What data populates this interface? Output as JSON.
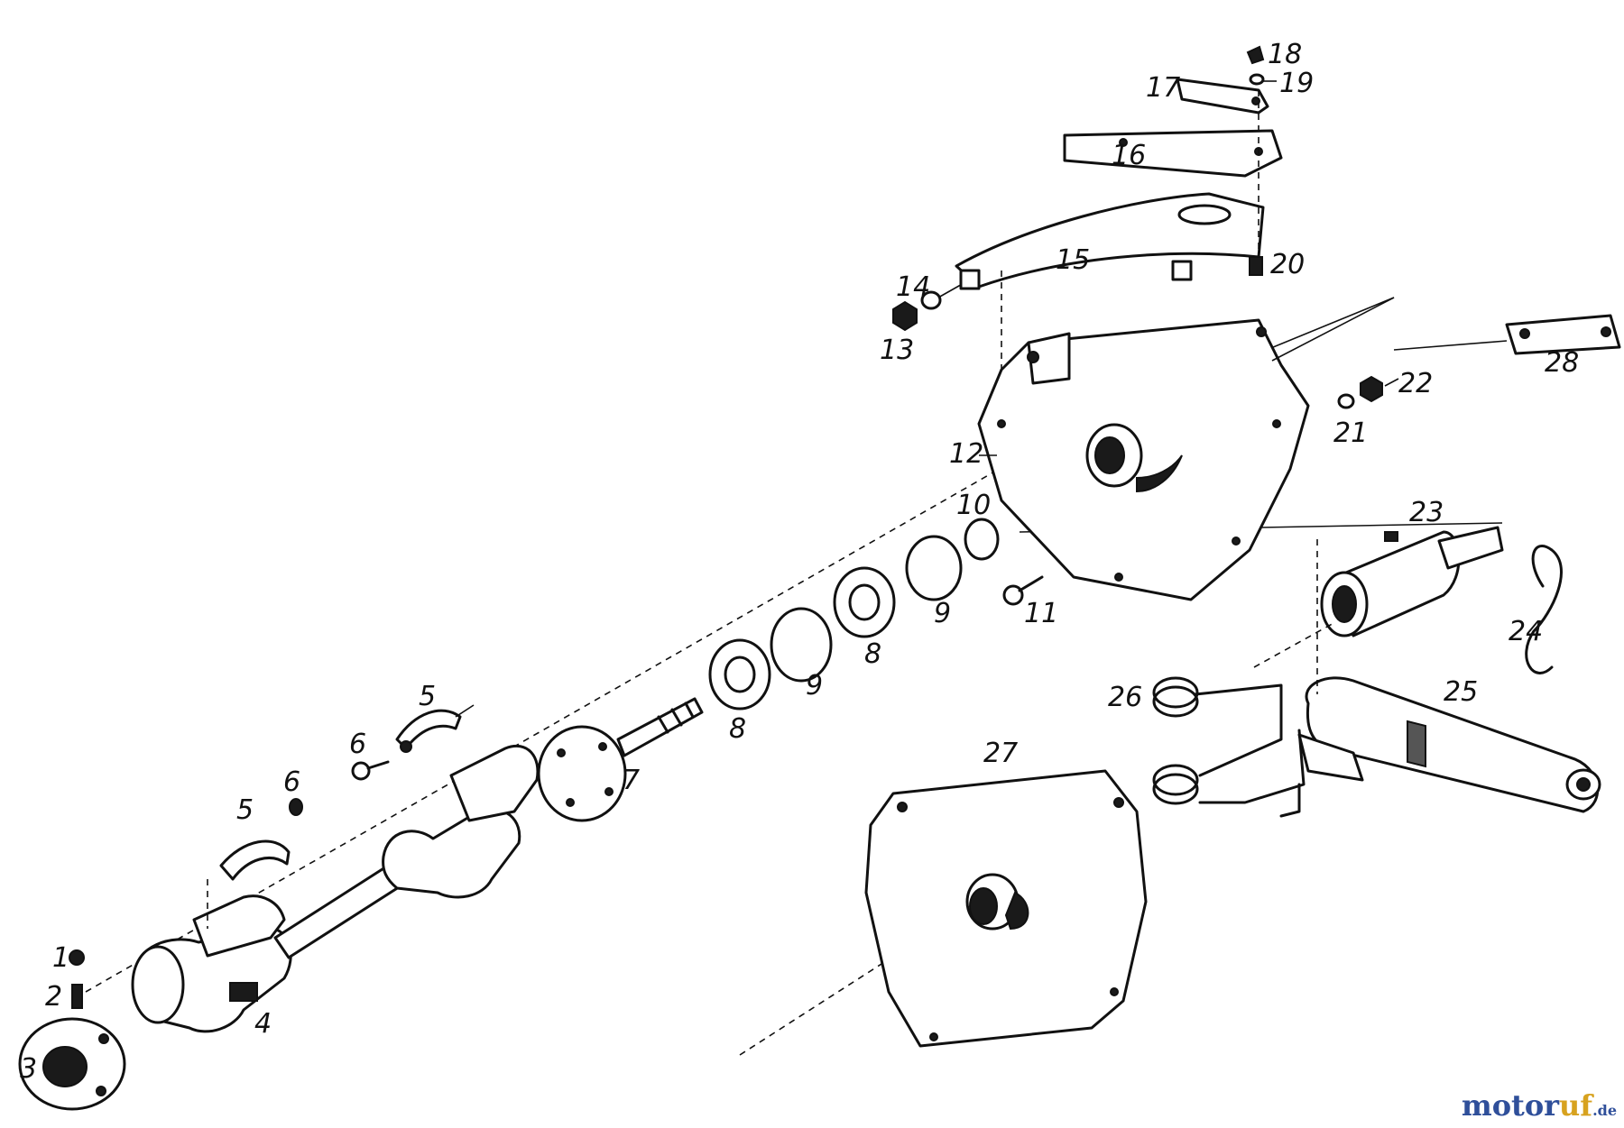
{
  "callouts": {
    "n1": "1",
    "n2": "2",
    "n3": "3",
    "n4": "4",
    "n5a": "5",
    "n5b": "5",
    "n6a": "6",
    "n6b": "6",
    "n7": "7",
    "n8a": "8",
    "n8b": "8",
    "n9a": "9",
    "n9b": "9",
    "n10": "10",
    "n11": "11",
    "n12": "12",
    "n13": "13",
    "n14": "14",
    "n15": "15",
    "n16": "16",
    "n17": "17",
    "n18": "18",
    "n19": "19",
    "n20": "20",
    "n21": "21",
    "n22": "22",
    "n23": "23",
    "n24": "24",
    "n25": "25",
    "n26": "26",
    "n27": "27",
    "n28": "28"
  },
  "watermark": {
    "brand": "motor",
    "brand_accent": "uf",
    "tld": ".de"
  },
  "colors": {
    "ink": "#111111",
    "brand_blue": "#2f4f9a",
    "brand_gold": "#d7a21f"
  }
}
